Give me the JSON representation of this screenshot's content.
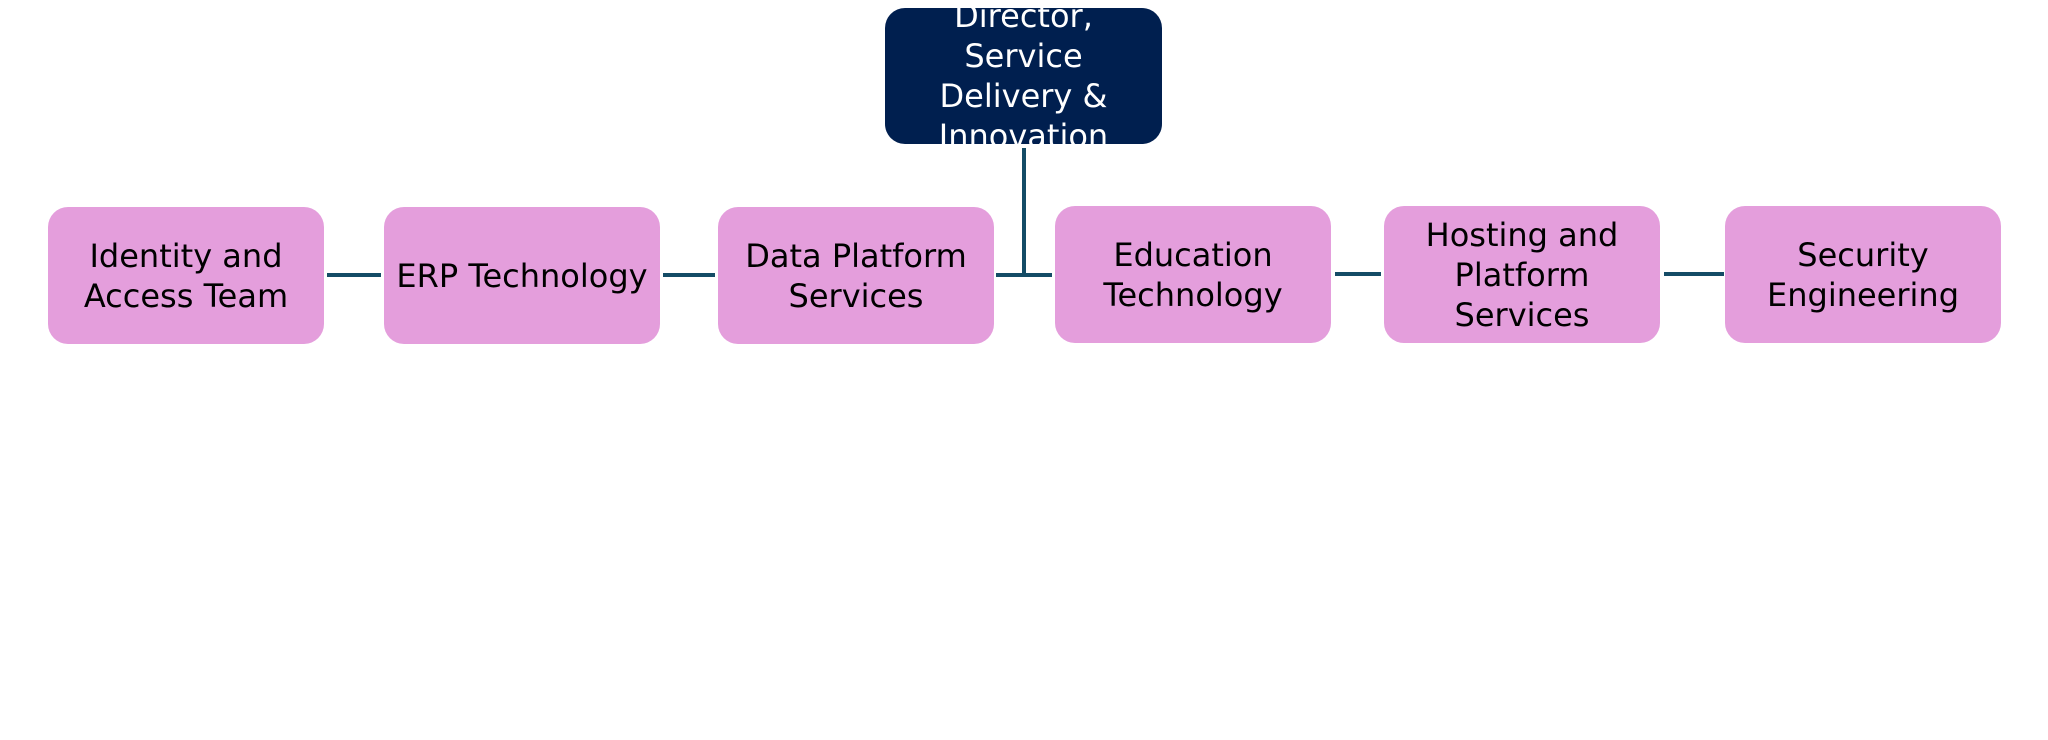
{
  "diagram": {
    "colors": {
      "root_fill": "#001f4f",
      "child_fill": "#e49edc",
      "connector": "#144c66"
    },
    "root": {
      "label": "Director, Service\nDelivery &\nInnovation"
    },
    "children": [
      {
        "label": "Identity and\nAccess Team"
      },
      {
        "label": "ERP Technology"
      },
      {
        "label": "Data Platform\nServices"
      },
      {
        "label": "Education\nTechnology"
      },
      {
        "label": "Hosting and\nPlatform\nServices"
      },
      {
        "label": "Security\nEngineering"
      }
    ]
  }
}
